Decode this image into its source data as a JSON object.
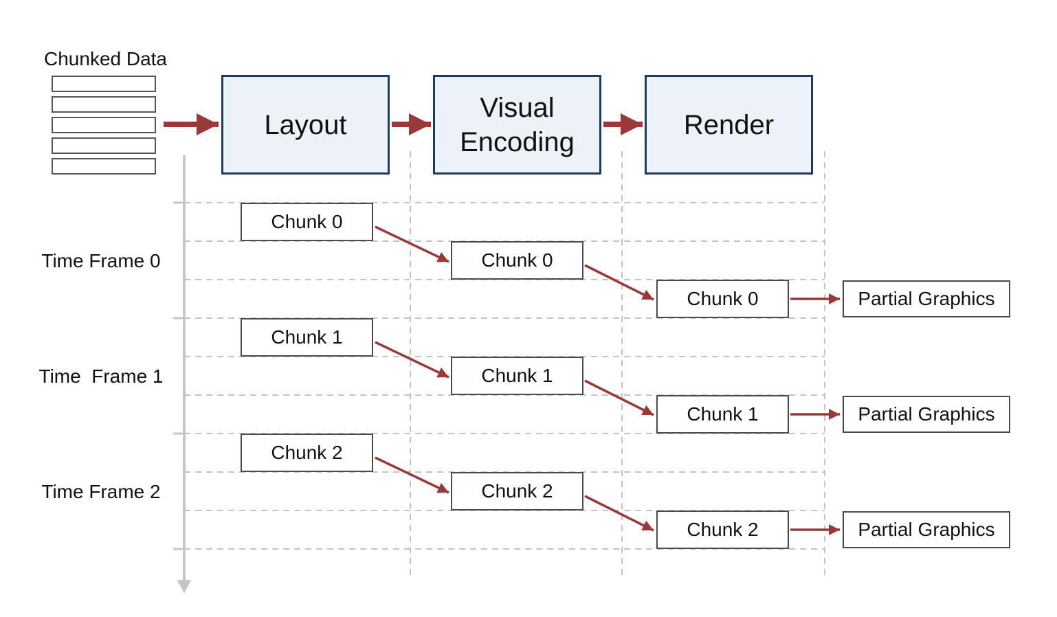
{
  "source": {
    "label": "Chunked Data",
    "chunk_count": 5
  },
  "pipeline": {
    "stages": [
      {
        "label": "Layout"
      },
      {
        "label": "Visual Encoding"
      },
      {
        "label": "Render"
      }
    ]
  },
  "frames": [
    {
      "label": "Time Frame 0",
      "chunk_label": "Chunk 0",
      "output_label": "Partial Graphics"
    },
    {
      "label": "Time  Frame 1",
      "chunk_label": "Chunk 1",
      "output_label": "Partial Graphics"
    },
    {
      "label": "Time Frame 2",
      "chunk_label": "Chunk 2",
      "output_label": "Partial Graphics"
    }
  ],
  "colors": {
    "arrow-red": "#9a3a38",
    "stage-fill": "#edf2f9",
    "stage-border": "#1e3a5f",
    "box-border": "#4a4a4a",
    "grid-gray": "#c3c3c3",
    "timeline-gray": "#c6c6c6",
    "text": "#111111"
  }
}
